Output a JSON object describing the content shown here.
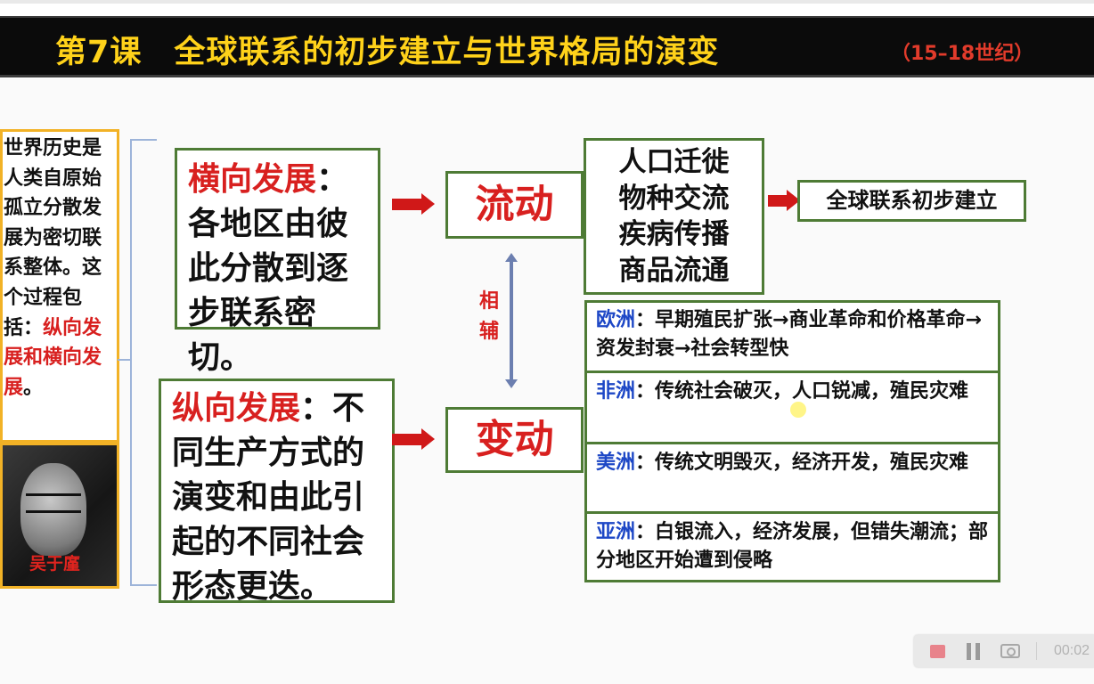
{
  "title": {
    "main": "第7课　全球联系的初步建立与世界格局的演变",
    "sub": "（15–18世纪）"
  },
  "left_panel": {
    "text_plain": "世界历史是人类自原始孤立分散发展为密切联系整体。这个过程包括：",
    "text_red": "纵向发展和横向发展",
    "text_end": "。",
    "photo_caption": "吴于廑"
  },
  "horizontal": {
    "label": "横向发展",
    "colon": "：",
    "body": "各地区由彼此分散到逐步联系密切。"
  },
  "vertical": {
    "label": "纵向发展",
    "colon": "：",
    "body": "不同生产方式的演变和由此引起的不同社会形态更迭。"
  },
  "flow_word": "流动",
  "change_word": "变动",
  "mutual": "相辅",
  "flow_items": [
    "人口迁徙",
    "物种交流",
    "疾病传播",
    "商品流通"
  ],
  "result": "全球联系初步建立",
  "regions": [
    {
      "name": "欧洲",
      "sep": "：",
      "text": "早期殖民扩张→商业革命和价格革命→资发封衰→社会转型快"
    },
    {
      "name": "非洲",
      "sep": "：",
      "text": "传统社会破灭，人口锐减，殖民灾难"
    },
    {
      "name": "美洲",
      "sep": "：",
      "text": "传统文明毁灭，经济开发，殖民灾难"
    },
    {
      "name": "亚洲",
      "sep": "：",
      "text": "白银流入，经济发展，但错失潮流；部分地区开始遭到侵略"
    }
  ],
  "player": {
    "time": "00:02",
    "stop_icon": "stop-icon",
    "pause_icon": "pause-icon",
    "camera_icon": "camera-icon"
  },
  "colors": {
    "title_yellow": "#ffd21a",
    "accent_red": "#d8201f",
    "box_green": "#4e7b35",
    "region_blue": "#1d47c6",
    "frame_orange": "#f2b226"
  }
}
